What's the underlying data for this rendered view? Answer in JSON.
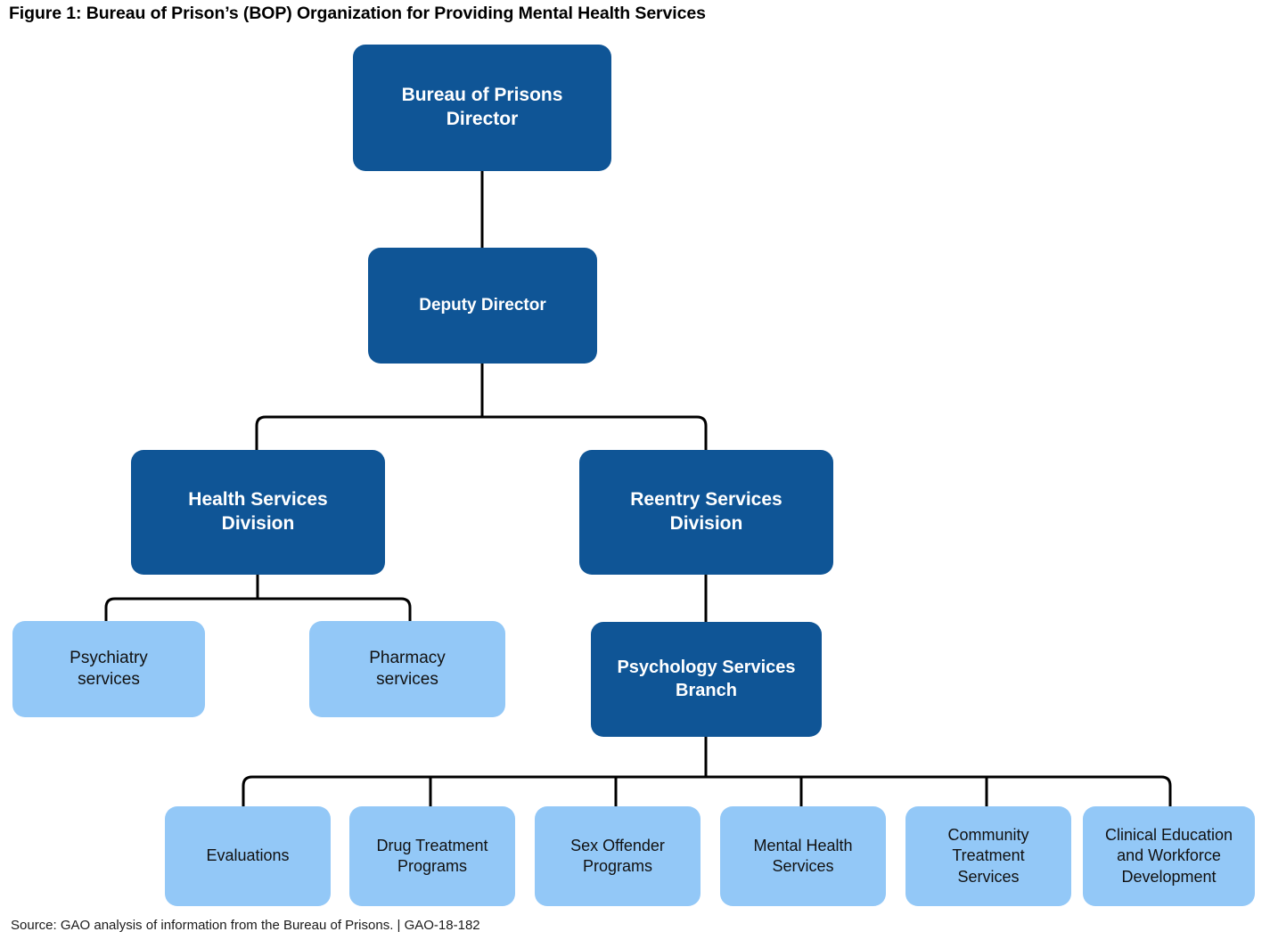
{
  "figure": {
    "title": "Figure 1: Bureau of Prison’s (BOP) Organization for Providing Mental Health Services",
    "source": "Source: GAO analysis of information from the Bureau of Prisons.  |  GAO-18-182"
  },
  "colors": {
    "dark_blue": "#0f5596",
    "light_blue": "#93c8f7",
    "connector": "#000000",
    "dark_text": "#111111",
    "light_text": "#ffffff",
    "background": "#ffffff"
  },
  "chart_data": {
    "type": "diagram",
    "subtype": "organization-chart",
    "title": "Figure 1: Bureau of Prison’s (BOP) Organization for Providing Mental Health Services",
    "orientation": "top-down",
    "levels": 5,
    "nodes": [
      {
        "id": "bop-director",
        "label": "Bureau of Prisons\nDirector",
        "level": 0,
        "style": "dark"
      },
      {
        "id": "deputy-director",
        "label": "Deputy Director",
        "level": 1,
        "style": "dark"
      },
      {
        "id": "health-services-division",
        "label": "Health Services\nDivision",
        "level": 2,
        "style": "dark"
      },
      {
        "id": "reentry-services-division",
        "label": "Reentry Services\nDivision",
        "level": 2,
        "style": "dark"
      },
      {
        "id": "psychiatry-services",
        "label": "Psychiatry\nservices",
        "level": 3,
        "style": "light"
      },
      {
        "id": "pharmacy-services",
        "label": "Pharmacy\nservices",
        "level": 3,
        "style": "light"
      },
      {
        "id": "psychology-services-branch",
        "label": "Psychology Services\nBranch",
        "level": 3,
        "style": "dark"
      },
      {
        "id": "evaluations",
        "label": "Evaluations",
        "level": 4,
        "style": "light"
      },
      {
        "id": "drug-treatment-programs",
        "label": "Drug Treatment\nPrograms",
        "level": 4,
        "style": "light"
      },
      {
        "id": "sex-offender-programs",
        "label": "Sex Offender\nPrograms",
        "level": 4,
        "style": "light"
      },
      {
        "id": "mental-health-services",
        "label": "Mental Health\nServices",
        "level": 4,
        "style": "light"
      },
      {
        "id": "community-treatment-services",
        "label": "Community\nTreatment\nServices",
        "level": 4,
        "style": "light"
      },
      {
        "id": "clinical-education-and-workforce-development",
        "label": "Clinical Education\nand Workforce\nDevelopment",
        "level": 4,
        "style": "light"
      }
    ],
    "edges": [
      {
        "from": "bop-director",
        "to": "deputy-director"
      },
      {
        "from": "deputy-director",
        "to": "health-services-division"
      },
      {
        "from": "deputy-director",
        "to": "reentry-services-division"
      },
      {
        "from": "health-services-division",
        "to": "psychiatry-services"
      },
      {
        "from": "health-services-division",
        "to": "pharmacy-services"
      },
      {
        "from": "reentry-services-division",
        "to": "psychology-services-branch"
      },
      {
        "from": "psychology-services-branch",
        "to": "evaluations"
      },
      {
        "from": "psychology-services-branch",
        "to": "drug-treatment-programs"
      },
      {
        "from": "psychology-services-branch",
        "to": "sex-offender-programs"
      },
      {
        "from": "psychology-services-branch",
        "to": "mental-health-services"
      },
      {
        "from": "psychology-services-branch",
        "to": "community-treatment-services"
      },
      {
        "from": "psychology-services-branch",
        "to": "clinical-education-and-workforce-development"
      }
    ],
    "source": "Source: GAO analysis of information from the Bureau of Prisons.  |  GAO-18-182"
  }
}
